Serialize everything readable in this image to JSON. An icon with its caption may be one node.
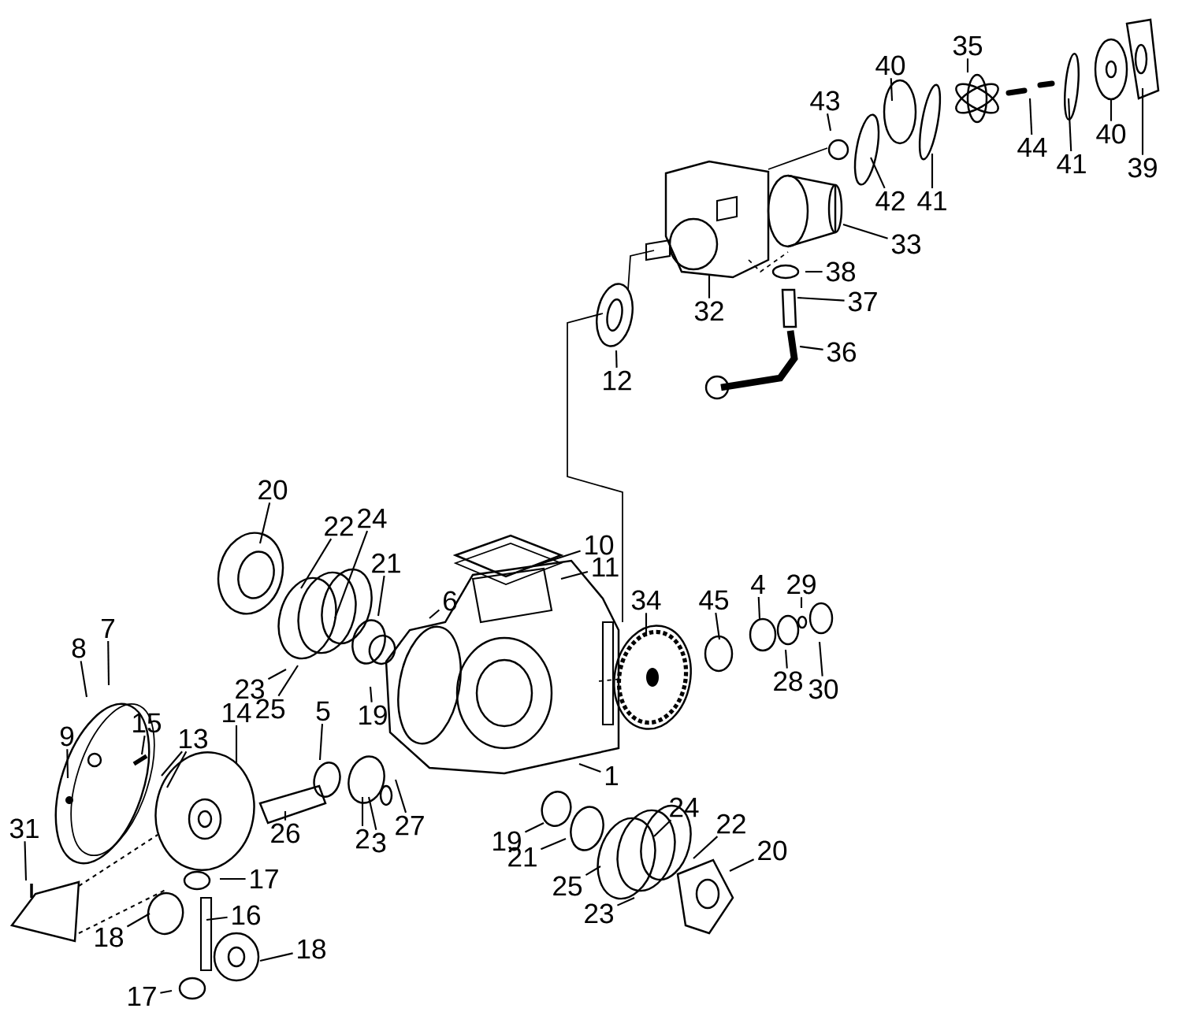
{
  "diagram": {
    "nodes": [
      {
        "text": [
          "43"
        ]
      },
      {
        "text": [
          "40"
        ]
      },
      {
        "text": [
          "35"
        ]
      },
      {
        "text": [
          "44"
        ]
      },
      {
        "text": [
          "41"
        ]
      },
      {
        "text": [
          "40"
        ]
      },
      {
        "text": [
          "39"
        ]
      },
      {
        "text": [
          "42"
        ]
      },
      {
        "text": [
          "41"
        ]
      },
      {
        "text": [
          "33"
        ]
      },
      {
        "text": [
          "38"
        ]
      },
      {
        "text": [
          "37"
        ]
      },
      {
        "text": [
          "32"
        ]
      },
      {
        "text": [
          "36"
        ]
      },
      {
        "text": [
          "12"
        ]
      },
      {
        "text": [
          "20"
        ]
      },
      {
        "text": [
          "10"
        ]
      },
      {
        "text": [
          "24"
        ]
      },
      {
        "text": [
          "22"
        ]
      },
      {
        "text": [
          "21"
        ]
      },
      {
        "text": [
          "11"
        ]
      },
      {
        "text": [
          "6"
        ]
      },
      {
        "text": [
          "4"
        ]
      },
      {
        "text": [
          "29"
        ]
      },
      {
        "text": [
          "34"
        ]
      },
      {
        "text": [
          "45"
        ]
      },
      {
        "text": [
          "23"
        ]
      },
      {
        "text": [
          "25"
        ]
      },
      {
        "text": [
          "28"
        ]
      },
      {
        "text": [
          "30"
        ]
      },
      {
        "text": [
          "19"
        ]
      },
      {
        "text": [
          "7"
        ]
      },
      {
        "text": [
          "8"
        ]
      },
      {
        "text": [
          "15"
        ]
      },
      {
        "text": [
          "14"
        ]
      },
      {
        "text": [
          "13"
        ]
      },
      {
        "text": [
          "5"
        ]
      },
      {
        "text": [
          "9"
        ]
      },
      {
        "text": [
          "1"
        ]
      },
      {
        "text": [
          "27"
        ]
      },
      {
        "text": [
          "24"
        ]
      },
      {
        "text": [
          "22"
        ]
      },
      {
        "text": [
          "31"
        ]
      },
      {
        "text": [
          "2"
        ]
      },
      {
        "text": [
          "26"
        ]
      },
      {
        "text": [
          "19"
        ]
      },
      {
        "text": [
          "3"
        ]
      },
      {
        "text": [
          "21"
        ]
      },
      {
        "text": [
          "20"
        ]
      },
      {
        "text": [
          "17"
        ]
      },
      {
        "text": [
          "25"
        ]
      },
      {
        "text": [
          "16"
        ]
      },
      {
        "text": [
          "23"
        ]
      },
      {
        "text": [
          "18"
        ]
      },
      {
        "text": [
          "18"
        ]
      },
      {
        "text": [
          "17"
        ]
      }
    ],
    "edges": [
      {
        "from": 0,
        "to": null,
        "arrow": "none"
      },
      {
        "from": 1,
        "to": null,
        "arrow": "none"
      },
      {
        "from": 2,
        "to": null,
        "arrow": "none"
      },
      {
        "from": 3,
        "to": null,
        "arrow": "none"
      },
      {
        "from": 4,
        "to": null,
        "arrow": "none"
      },
      {
        "from": 5,
        "to": null,
        "arrow": "none"
      },
      {
        "from": 6,
        "to": null,
        "arrow": "none"
      },
      {
        "from": 7,
        "to": null,
        "arrow": "none"
      },
      {
        "from": 8,
        "to": null,
        "arrow": "none"
      },
      {
        "from": 9,
        "to": null,
        "arrow": "none"
      },
      {
        "from": 10,
        "to": null,
        "arrow": "none"
      },
      {
        "from": 11,
        "to": null,
        "arrow": "none"
      },
      {
        "from": 12,
        "to": null,
        "arrow": "none"
      },
      {
        "from": 13,
        "to": null,
        "arrow": "none"
      },
      {
        "from": 14,
        "to": null,
        "arrow": "none"
      },
      {
        "from": 15,
        "to": null,
        "arrow": "none"
      },
      {
        "from": 16,
        "to": null,
        "arrow": "none"
      },
      {
        "from": 17,
        "to": null,
        "arrow": "none"
      },
      {
        "from": 18,
        "to": null,
        "arrow": "none"
      },
      {
        "from": 19,
        "to": null,
        "arrow": "none"
      },
      {
        "from": 20,
        "to": null,
        "arrow": "none"
      },
      {
        "from": 21,
        "to": null,
        "arrow": "none"
      },
      {
        "from": 22,
        "to": null,
        "arrow": "none"
      },
      {
        "from": 23,
        "to": null,
        "arrow": "none"
      },
      {
        "from": 24,
        "to": null,
        "arrow": "none"
      },
      {
        "from": 25,
        "to": null,
        "arrow": "none"
      },
      {
        "from": 26,
        "to": null,
        "arrow": "none"
      },
      {
        "from": 27,
        "to": null,
        "arrow": "none"
      },
      {
        "from": 28,
        "to": null,
        "arrow": "none"
      },
      {
        "from": 29,
        "to": null,
        "arrow": "none"
      },
      {
        "from": 30,
        "to": null,
        "arrow": "none"
      },
      {
        "from": 31,
        "to": null,
        "arrow": "none"
      },
      {
        "from": 32,
        "to": null,
        "arrow": "none"
      },
      {
        "from": 33,
        "to": null,
        "arrow": "none"
      },
      {
        "from": 34,
        "to": null,
        "arrow": "none"
      },
      {
        "from": 35,
        "to": null,
        "arrow": "none"
      },
      {
        "from": 35,
        "to": null,
        "arrow": "none"
      },
      {
        "from": 36,
        "to": null,
        "arrow": "none"
      },
      {
        "from": 37,
        "to": null,
        "arrow": "none"
      },
      {
        "from": 38,
        "to": null,
        "arrow": "none"
      },
      {
        "from": 39,
        "to": null,
        "arrow": "none"
      },
      {
        "from": 40,
        "to": null,
        "arrow": "none"
      },
      {
        "from": 41,
        "to": null,
        "arrow": "none"
      },
      {
        "from": 42,
        "to": null,
        "arrow": "none"
      },
      {
        "from": 43,
        "to": null,
        "arrow": "none"
      },
      {
        "from": 44,
        "to": null,
        "arrow": "none"
      },
      {
        "from": 45,
        "to": null,
        "arrow": "none"
      },
      {
        "from": 46,
        "to": null,
        "arrow": "none"
      },
      {
        "from": 47,
        "to": null,
        "arrow": "none"
      },
      {
        "from": 48,
        "to": null,
        "arrow": "none"
      },
      {
        "from": 49,
        "to": null,
        "arrow": "none"
      },
      {
        "from": 50,
        "to": null,
        "arrow": "none"
      },
      {
        "from": 51,
        "to": null,
        "arrow": "none"
      },
      {
        "from": 52,
        "to": null,
        "arrow": "none"
      },
      {
        "from": 53,
        "to": null,
        "arrow": "none"
      },
      {
        "from": 54,
        "to": null,
        "arrow": "none"
      },
      {
        "from": 55,
        "to": null,
        "arrow": "none"
      }
    ]
  }
}
